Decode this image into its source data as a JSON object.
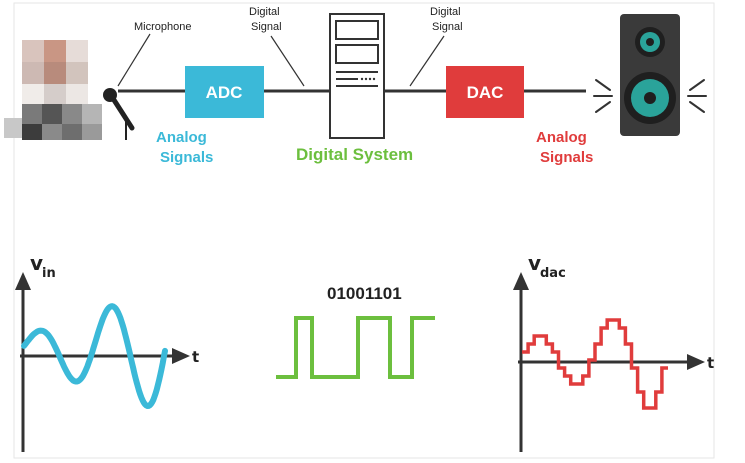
{
  "labels": {
    "microphone": "Microphone",
    "digital_signal_left_1": "Digital",
    "digital_signal_left_2": "Signal",
    "digital_signal_right_1": "Digital",
    "digital_signal_right_2": "Signal",
    "adc": "ADC",
    "dac": "DAC",
    "analog_left_1": "Analog",
    "analog_left_2": "Signals",
    "analog_right_1": "Analog",
    "analog_right_2": "Signals",
    "digital_system": "Digital System"
  },
  "graphs": {
    "vin_label": "v",
    "vin_sub": "in",
    "vin_t": "t",
    "bits": "01001101",
    "vdac_label": "v",
    "vdac_sub": "dac",
    "vdac_t": "t"
  },
  "colors": {
    "adc": "#3bb9d8",
    "dac": "#e03c3c",
    "digital": "#6cbf3e",
    "line": "#333333",
    "speaker_body": "#3a3a3a",
    "speaker_cone": "#2aa39a"
  },
  "icons": [
    "microphone-icon",
    "computer-icon",
    "speaker-icon"
  ]
}
